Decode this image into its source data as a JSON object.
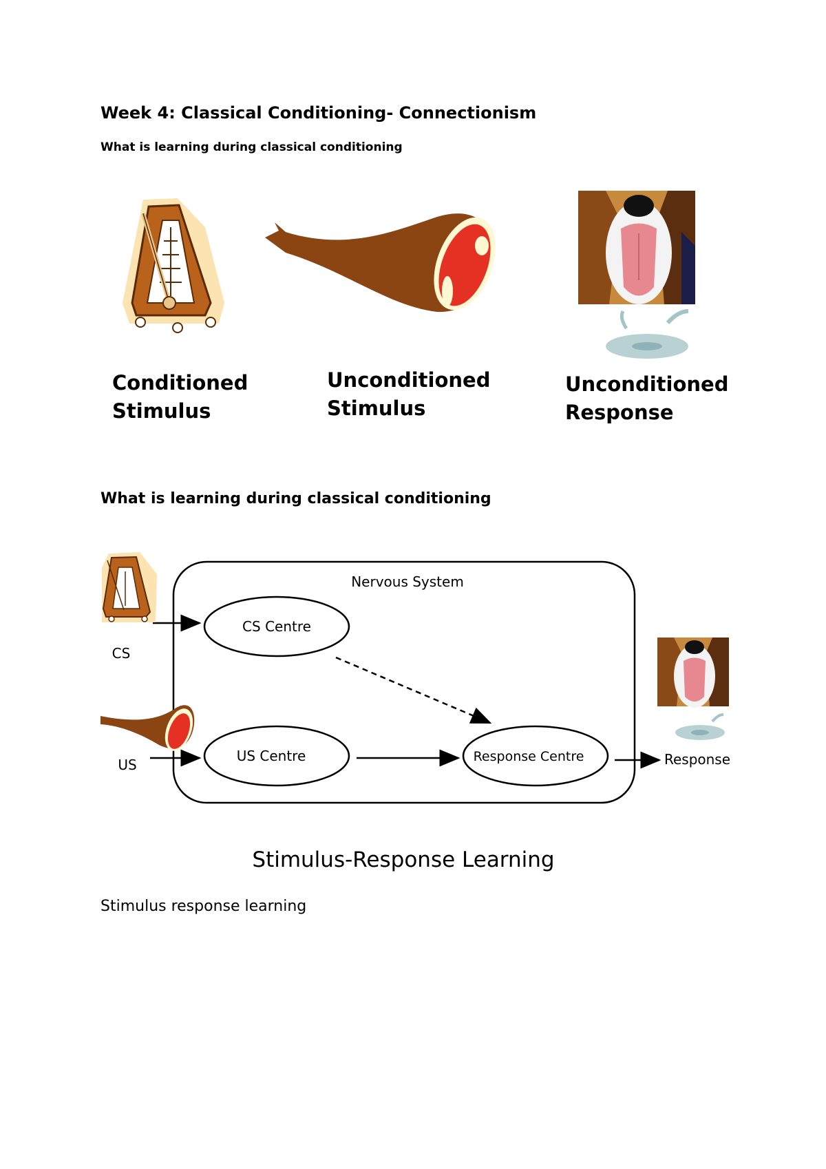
{
  "heading": "Week 4: Classical Conditioning- Connectionism",
  "subheading": "What is learning during classical conditioning",
  "stimuli": {
    "conditioned": {
      "line1": "Conditioned",
      "line2": "Stimulus",
      "icon": "metronome-icon"
    },
    "unconditioned_stimulus": {
      "line1": "Unconditioned",
      "line2": "Stimulus",
      "icon": "meat-icon"
    },
    "unconditioned_response": {
      "line1": "Unconditioned",
      "line2": "Response",
      "icon": "salivating-dog-icon"
    }
  },
  "section2_heading": "What is learning during classical conditioning",
  "diagram": {
    "container_label": "Nervous System",
    "cs_centre": "CS Centre",
    "us_centre": "US Centre",
    "response_centre": "Response Centre",
    "cs_label": "CS",
    "us_label": "US",
    "response_label": "Response",
    "title": "Stimulus-Response Learning"
  },
  "body_text": "Stimulus response learning"
}
